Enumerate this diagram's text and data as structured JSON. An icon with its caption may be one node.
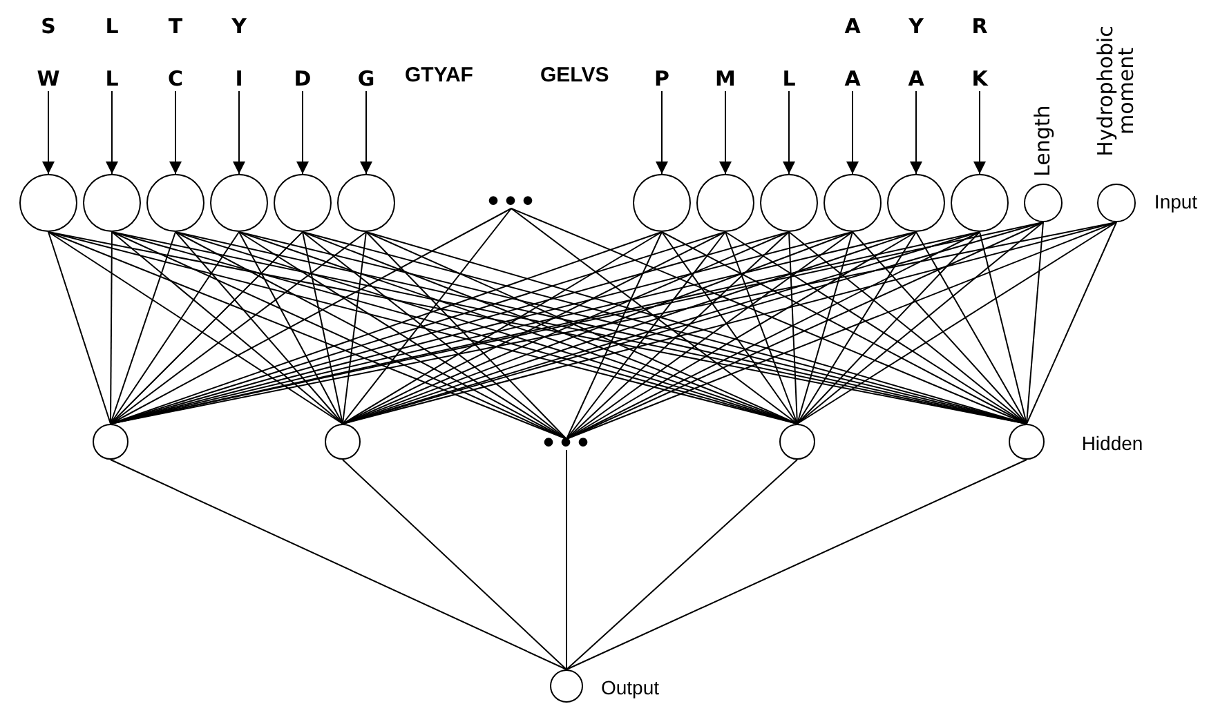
{
  "diagram": {
    "nodes": [
      {
        "text": [
          "S",
          "W"
        ]
      },
      {
        "text": [
          "L",
          "L"
        ]
      },
      {
        "text": [
          "T",
          "C"
        ]
      },
      {
        "text": [
          "Y",
          "I"
        ]
      },
      {
        "text": [
          "D"
        ]
      },
      {
        "text": [
          "G"
        ]
      },
      {
        "text": [
          "P"
        ]
      },
      {
        "text": [
          "M"
        ]
      },
      {
        "text": [
          "L"
        ]
      },
      {
        "text": [
          "A",
          "A"
        ]
      },
      {
        "text": [
          "Y",
          "A"
        ]
      },
      {
        "text": [
          "R",
          "K"
        ]
      },
      {
        "text": [],
        "shape": "circle"
      },
      {
        "text": [],
        "shape": "circle"
      },
      {
        "text": [],
        "shape": "circle"
      },
      {
        "text": [],
        "shape": "circle"
      },
      {
        "text": [],
        "shape": "circle"
      },
      {
        "text": [],
        "shape": "circle"
      },
      {
        "text": [
          "•••"
        ]
      },
      {
        "text": [],
        "shape": "circle"
      },
      {
        "text": [],
        "shape": "circle"
      },
      {
        "text": [],
        "shape": "circle"
      },
      {
        "text": [],
        "shape": "circle"
      },
      {
        "text": [],
        "shape": "circle"
      },
      {
        "text": [],
        "shape": "circle"
      },
      {
        "text": [],
        "shape": "circle",
        "beside": [
          "Length"
        ]
      },
      {
        "text": [],
        "shape": "circle",
        "beside": [
          "Hydrophobic moment",
          "Input"
        ]
      },
      {
        "text": [],
        "shape": "circle"
      },
      {
        "text": [],
        "shape": "circle"
      },
      {
        "text": [
          "•••"
        ]
      },
      {
        "text": [],
        "shape": "circle"
      },
      {
        "text": [],
        "shape": "circle",
        "beside": [
          "Hidden"
        ]
      },
      {
        "text": [],
        "shape": "circle",
        "beside": [
          "Output"
        ]
      }
    ],
    "edges": [
      {
        "from": 0,
        "to": 12,
        "arrow": "to"
      },
      {
        "from": 1,
        "to": 13,
        "arrow": "to"
      },
      {
        "from": 2,
        "to": 14,
        "arrow": "to"
      },
      {
        "from": 3,
        "to": 15,
        "arrow": "to"
      },
      {
        "from": 4,
        "to": 16,
        "arrow": "to"
      },
      {
        "from": 5,
        "to": 17,
        "arrow": "to"
      },
      {
        "from": 6,
        "to": 19,
        "arrow": "to"
      },
      {
        "from": 7,
        "to": 20,
        "arrow": "to"
      },
      {
        "from": 8,
        "to": 21,
        "arrow": "to"
      },
      {
        "from": 9,
        "to": 22,
        "arrow": "to"
      },
      {
        "from": 10,
        "to": 23,
        "arrow": "to"
      },
      {
        "from": 11,
        "to": 24,
        "arrow": "to"
      },
      {
        "from": 12,
        "to": 27,
        "arrow": "none"
      },
      {
        "from": 12,
        "to": 28,
        "arrow": "none"
      },
      {
        "from": 12,
        "to": 29,
        "arrow": "none"
      },
      {
        "from": 12,
        "to": 30,
        "arrow": "none"
      },
      {
        "from": 12,
        "to": 31,
        "arrow": "none"
      },
      {
        "from": 13,
        "to": 27,
        "arrow": "none"
      },
      {
        "from": 13,
        "to": 28,
        "arrow": "none"
      },
      {
        "from": 13,
        "to": 29,
        "arrow": "none"
      },
      {
        "from": 13,
        "to": 30,
        "arrow": "none"
      },
      {
        "from": 13,
        "to": 31,
        "arrow": "none"
      },
      {
        "from": 14,
        "to": 27,
        "arrow": "none"
      },
      {
        "from": 14,
        "to": 28,
        "arrow": "none"
      },
      {
        "from": 14,
        "to": 29,
        "arrow": "none"
      },
      {
        "from": 14,
        "to": 30,
        "arrow": "none"
      },
      {
        "from": 14,
        "to": 31,
        "arrow": "none"
      },
      {
        "from": 15,
        "to": 27,
        "arrow": "none"
      },
      {
        "from": 15,
        "to": 28,
        "arrow": "none"
      },
      {
        "from": 15,
        "to": 29,
        "arrow": "none"
      },
      {
        "from": 15,
        "to": 30,
        "arrow": "none"
      },
      {
        "from": 15,
        "to": 31,
        "arrow": "none"
      },
      {
        "from": 16,
        "to": 27,
        "arrow": "none"
      },
      {
        "from": 16,
        "to": 28,
        "arrow": "none"
      },
      {
        "from": 16,
        "to": 29,
        "arrow": "none"
      },
      {
        "from": 16,
        "to": 30,
        "arrow": "none"
      },
      {
        "from": 16,
        "to": 31,
        "arrow": "none"
      },
      {
        "from": 17,
        "to": 27,
        "arrow": "none"
      },
      {
        "from": 17,
        "to": 28,
        "arrow": "none"
      },
      {
        "from": 17,
        "to": 29,
        "arrow": "none"
      },
      {
        "from": 17,
        "to": 30,
        "arrow": "none"
      },
      {
        "from": 17,
        "to": 31,
        "arrow": "none"
      },
      {
        "from": 18,
        "to": 27,
        "arrow": "none"
      },
      {
        "from": 18,
        "to": 28,
        "arrow": "none"
      },
      {
        "from": 18,
        "to": 30,
        "arrow": "none"
      },
      {
        "from": 18,
        "to": 31,
        "arrow": "none"
      },
      {
        "from": 19,
        "to": 27,
        "arrow": "none"
      },
      {
        "from": 19,
        "to": 28,
        "arrow": "none"
      },
      {
        "from": 19,
        "to": 29,
        "arrow": "none"
      },
      {
        "from": 19,
        "to": 30,
        "arrow": "none"
      },
      {
        "from": 19,
        "to": 31,
        "arrow": "none"
      },
      {
        "from": 20,
        "to": 27,
        "arrow": "none"
      },
      {
        "from": 20,
        "to": 28,
        "arrow": "none"
      },
      {
        "from": 20,
        "to": 29,
        "arrow": "none"
      },
      {
        "from": 20,
        "to": 30,
        "arrow": "none"
      },
      {
        "from": 20,
        "to": 31,
        "arrow": "none"
      },
      {
        "from": 21,
        "to": 27,
        "arrow": "none"
      },
      {
        "from": 21,
        "to": 28,
        "arrow": "none"
      },
      {
        "from": 21,
        "to": 29,
        "arrow": "none"
      },
      {
        "from": 21,
        "to": 30,
        "arrow": "none"
      },
      {
        "from": 21,
        "to": 31,
        "arrow": "none"
      },
      {
        "from": 22,
        "to": 27,
        "arrow": "none"
      },
      {
        "from": 22,
        "to": 28,
        "arrow": "none"
      },
      {
        "from": 22,
        "to": 29,
        "arrow": "none"
      },
      {
        "from": 22,
        "to": 30,
        "arrow": "none"
      },
      {
        "from": 22,
        "to": 31,
        "arrow": "none"
      },
      {
        "from": 23,
        "to": 27,
        "arrow": "none"
      },
      {
        "from": 23,
        "to": 28,
        "arrow": "none"
      },
      {
        "from": 23,
        "to": 29,
        "arrow": "none"
      },
      {
        "from": 23,
        "to": 30,
        "arrow": "none"
      },
      {
        "from": 23,
        "to": 31,
        "arrow": "none"
      },
      {
        "from": 24,
        "to": 27,
        "arrow": "none"
      },
      {
        "from": 24,
        "to": 28,
        "arrow": "none"
      },
      {
        "from": 24,
        "to": 29,
        "arrow": "none"
      },
      {
        "from": 24,
        "to": 30,
        "arrow": "none"
      },
      {
        "from": 24,
        "to": 31,
        "arrow": "none"
      },
      {
        "from": 25,
        "to": 27,
        "arrow": "none"
      },
      {
        "from": 25,
        "to": 28,
        "arrow": "none"
      },
      {
        "from": 25,
        "to": 29,
        "arrow": "none"
      },
      {
        "from": 25,
        "to": 30,
        "arrow": "none"
      },
      {
        "from": 25,
        "to": 31,
        "arrow": "none"
      },
      {
        "from": 26,
        "to": 27,
        "arrow": "none"
      },
      {
        "from": 26,
        "to": 28,
        "arrow": "none"
      },
      {
        "from": 26,
        "to": 29,
        "arrow": "none"
      },
      {
        "from": 26,
        "to": 30,
        "arrow": "none"
      },
      {
        "from": 26,
        "to": 31,
        "arrow": "none"
      },
      {
        "from": 27,
        "to": 32,
        "arrow": "none"
      },
      {
        "from": 28,
        "to": 32,
        "arrow": "none"
      },
      {
        "from": 29,
        "to": 32,
        "arrow": "none"
      },
      {
        "from": 30,
        "to": 32,
        "arrow": "none"
      },
      {
        "from": 31,
        "to": 32,
        "arrow": "none"
      }
    ],
    "labels": [
      "GTYAF",
      "GELVS"
    ]
  }
}
